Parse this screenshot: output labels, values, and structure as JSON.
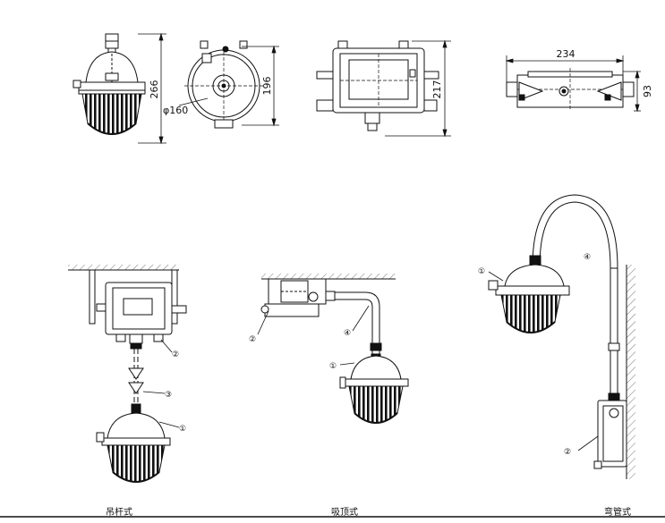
{
  "dimensions": {
    "height_pendant": "266",
    "diameter": "φ160",
    "depth_round": "196",
    "height_box": "217",
    "width_box": "234",
    "depth_box": "93"
  },
  "callouts": {
    "lamp": "①",
    "junction_box": "②",
    "rod": "③",
    "bent_pipe": "④"
  },
  "captions": {
    "pendant": "吊杆式",
    "ceiling": "吸顶式",
    "bent_pipe": "弯管式"
  }
}
